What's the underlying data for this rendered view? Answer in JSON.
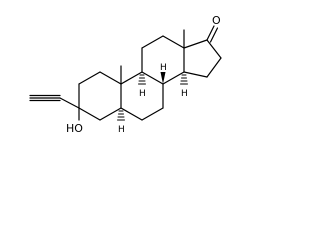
{
  "structure": {
    "atoms": {
      "oxygen_ketone": "O",
      "hydroxyl": "HO",
      "h_c5": "H",
      "h_c9": "H",
      "h_c8": "H",
      "h_c14": "H"
    },
    "stroke_color": "#000000"
  }
}
